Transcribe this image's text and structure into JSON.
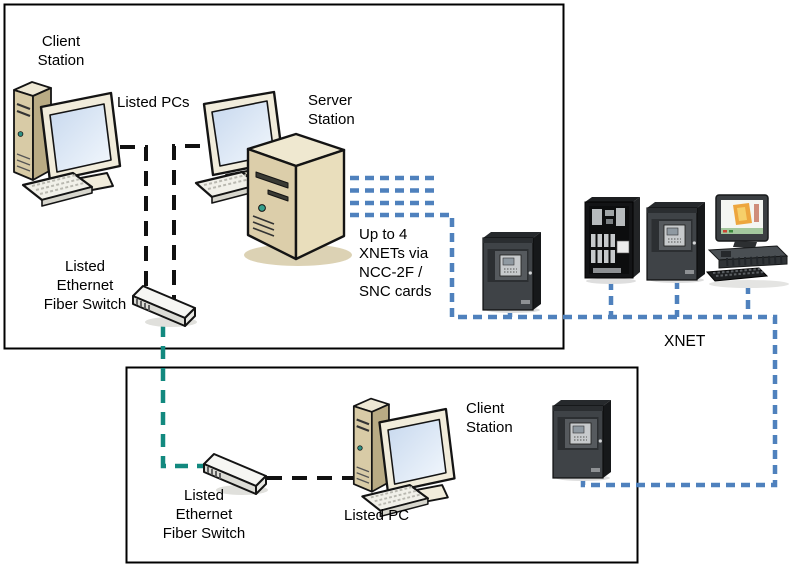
{
  "colors": {
    "xnet_blue": "#4f81bd",
    "fiber_teal": "#12897f",
    "copper_black": "#111111"
  },
  "labels": {
    "client_station_top": {
      "lines": [
        "Client",
        "Station"
      ]
    },
    "listed_pcs": "Listed PCs",
    "server_station": {
      "lines": [
        "Server",
        "Station"
      ]
    },
    "fiber_switch_top": {
      "lines": [
        "Listed",
        "Ethernet",
        "Fiber Switch"
      ]
    },
    "xnet_note": {
      "lines": [
        "Up to 4",
        "XNETs via",
        "NCC-2F /",
        "SNC cards"
      ]
    },
    "xnet": "XNET",
    "client_station_bottom": {
      "lines": [
        "Client",
        "Station"
      ]
    },
    "fiber_switch_bottom": {
      "lines": [
        "Listed",
        "Ethernet",
        "Fiber Switch"
      ]
    },
    "listed_pc": "Listed PC"
  },
  "icons": {
    "client_pc": "desktop-pc-with-crt-monitor",
    "server_pc": "server-tower-workstation",
    "fiber_switch": "ethernet-fiber-switch",
    "fire_panel": "fire-alarm-control-panel",
    "fire_panel_open": "fire-alarm-control-panel-open-door",
    "graphic_workstation": "graphic-command-workstation"
  }
}
